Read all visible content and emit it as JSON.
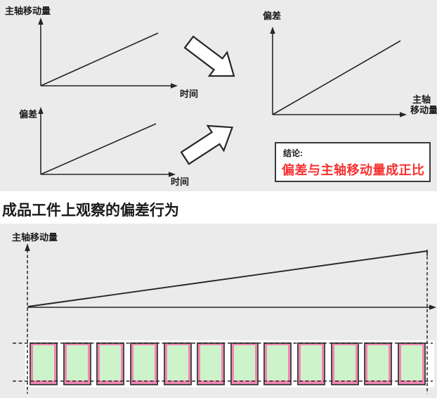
{
  "colors": {
    "panel_bg": "#ebebeb",
    "band_bg": "#ffffff",
    "line_color": "#262626",
    "text_color": "#1a1a1a",
    "conclusion_red": "#f73131",
    "workpiece_pink": "#f287b2",
    "workpiece_green": "#cdf3ca",
    "workpiece_border": "#4a4a4a",
    "box_border": "#3a3a3a"
  },
  "top_section": {
    "graph_travel_vs_time": {
      "y_label": "主轴移动量",
      "x_label": "时间"
    },
    "graph_deviation_vs_time": {
      "y_label": "偏差",
      "x_label": "时间"
    },
    "graph_deviation_vs_travel": {
      "y_label": "偏差",
      "x_label_line1": "主轴",
      "x_label_line2": "移动量"
    },
    "conclusion": {
      "title": "结论:",
      "statement": "偏差与主轴移动量成正比"
    }
  },
  "heading": "成品工件上观察的偏差行为",
  "bottom_section": {
    "y_label": "主轴移动量",
    "workpiece_count": 12
  }
}
